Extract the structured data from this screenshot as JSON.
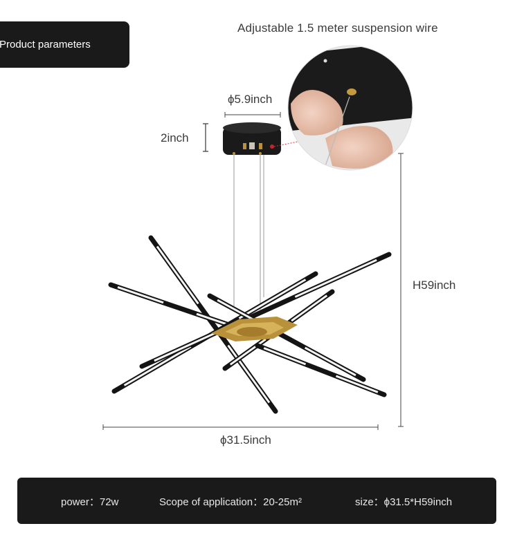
{
  "badge": {
    "title": "Product parameters"
  },
  "caption": "Adjustable 1.5 meter suspension wire",
  "dimensions": {
    "canopy_diameter": "ϕ5.9inch",
    "canopy_height": "2inch",
    "total_height": "H59inch",
    "diameter": "ϕ31.5inch"
  },
  "specs": {
    "power": "power：72w",
    "scope": "Scope of application：20-25m²",
    "size": "size：ϕ31.5*H59inch"
  },
  "colors": {
    "dark": "#1a1a1a",
    "brass": "#b8913a",
    "rod": "#141414",
    "led": "#f4f4f4"
  }
}
